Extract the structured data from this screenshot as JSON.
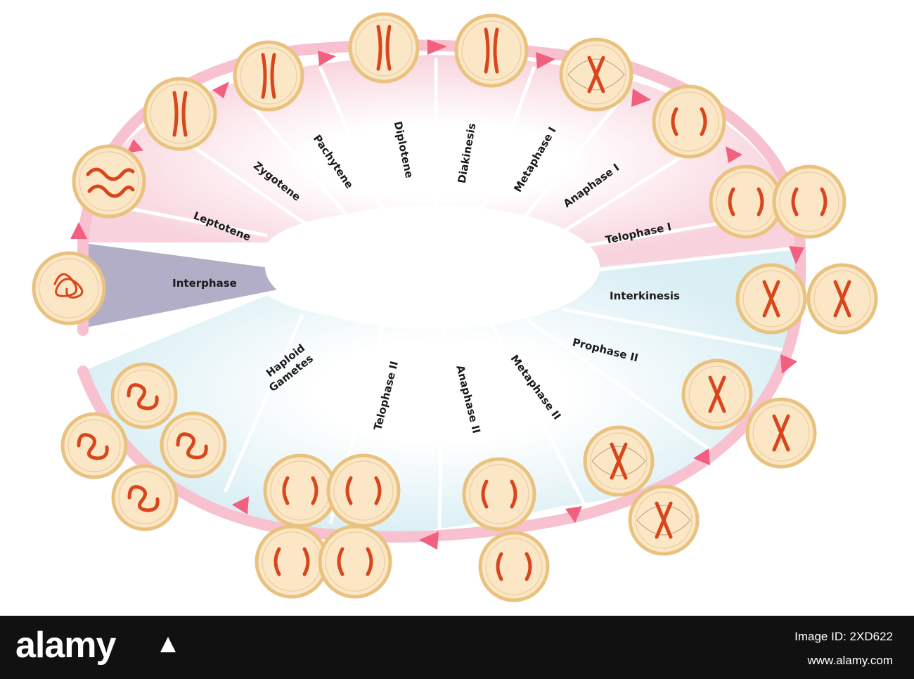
{
  "diagram": {
    "colors": {
      "meiosis_one_band": "#f8d3dd",
      "meiosis_two_band": "#daeff4",
      "interphase": "#b3aec8",
      "arrow": "#f2607f",
      "track": "#f7c1d0",
      "cell_fill": "#fbe6c6",
      "cell_rim": "#eac27f",
      "chromosome": "#d9461c"
    },
    "phases": [
      {
        "label": "Interphase",
        "group": "interphase"
      },
      {
        "label": "Leptotene",
        "group": "meiosis-I"
      },
      {
        "label": "Zygotene",
        "group": "meiosis-I"
      },
      {
        "label": "Pachytene",
        "group": "meiosis-I"
      },
      {
        "label": "Diplotene",
        "group": "meiosis-I"
      },
      {
        "label": "Diakinesis",
        "group": "meiosis-I"
      },
      {
        "label": "Metaphase I",
        "group": "meiosis-I"
      },
      {
        "label": "Anaphase I",
        "group": "meiosis-I"
      },
      {
        "label": "Telophase I",
        "group": "meiosis-I"
      },
      {
        "label": "Interkinesis",
        "group": "meiosis-II"
      },
      {
        "label": "Prophase II",
        "group": "meiosis-II"
      },
      {
        "label": "Metaphase II",
        "group": "meiosis-II"
      },
      {
        "label": "Anaphase II",
        "group": "meiosis-II"
      },
      {
        "label": "Telophase II",
        "group": "meiosis-II"
      },
      {
        "label": "Haploid Gametes",
        "label_lines": [
          "Haploid",
          "Gametes"
        ],
        "group": "meiosis-II"
      }
    ]
  },
  "watermark": {
    "brand": "alamy",
    "image_id": "Image ID: 2XD622",
    "url": "www.alamy.com"
  }
}
